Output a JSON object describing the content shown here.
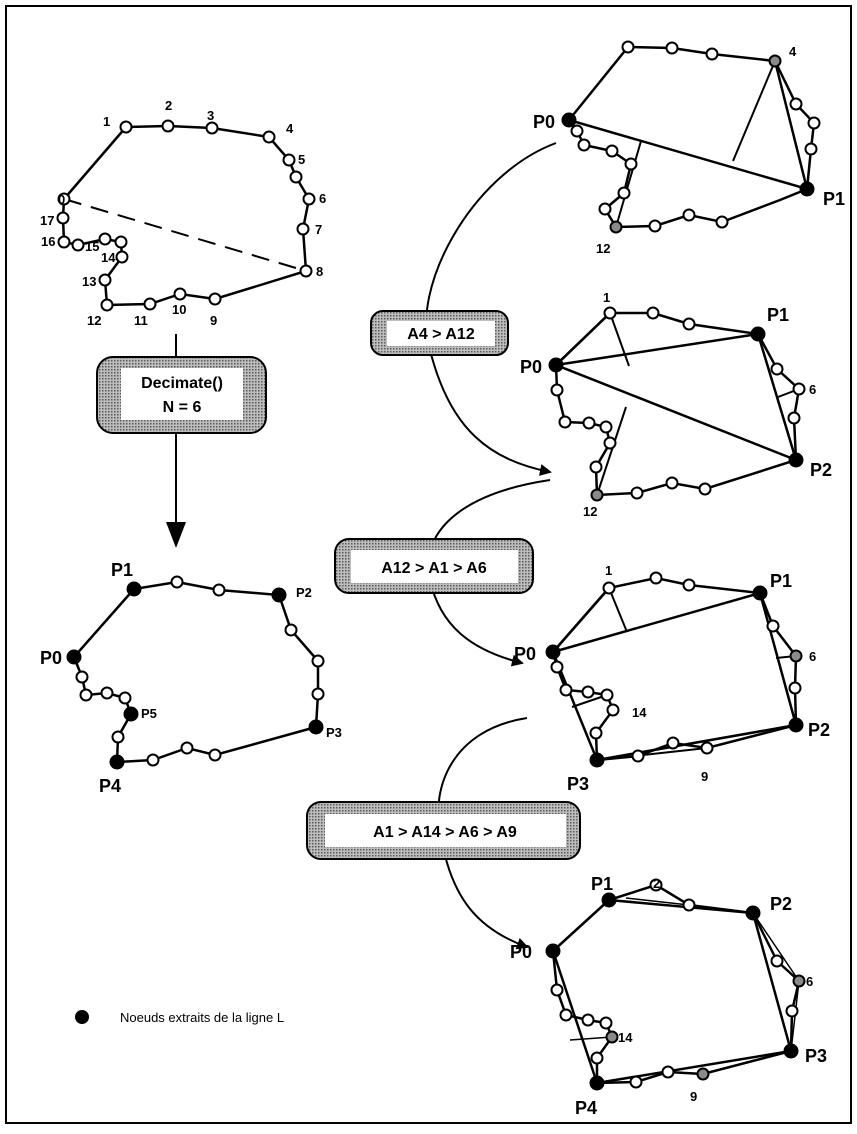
{
  "colors": {
    "line": "#000000",
    "background": "#ffffff",
    "hollow_node": "#ffffff",
    "extracted_node": "#000000",
    "candidate_node": "#8a8a8a",
    "box_fill": "#9a9a9a"
  },
  "original": {
    "labels": [
      "0",
      "1",
      "2",
      "3",
      "4",
      "5",
      "6",
      "7",
      "8",
      "9",
      "10",
      "11",
      "12",
      "13",
      "14",
      "15",
      "16",
      "17"
    ]
  },
  "decimate_box": {
    "line1": "Decimate()",
    "line2": "N = 6"
  },
  "result": {
    "labels": [
      "P0",
      "P1",
      "P2",
      "P3",
      "P4",
      "P5"
    ]
  },
  "compare_boxes": {
    "box1": "A4 > A12",
    "box2": "A12 > A1 > A6",
    "box3": "A1 > A14 > A6 > A9"
  },
  "step1": {
    "labels": [
      "P0",
      "P1",
      "4",
      "12"
    ]
  },
  "step2": {
    "labels": [
      "P0",
      "P1",
      "P2",
      "1",
      "6",
      "12"
    ]
  },
  "step3": {
    "labels": [
      "P0",
      "P1",
      "P2",
      "P3",
      "1",
      "6",
      "14",
      "9"
    ]
  },
  "step4": {
    "labels": [
      "P0",
      "P1",
      "P2",
      "P3",
      "P4",
      "2",
      "6",
      "14",
      "9"
    ]
  },
  "legend": {
    "text": "Noeuds extraits de la ligne L",
    "icon": "filled-black-circle"
  }
}
